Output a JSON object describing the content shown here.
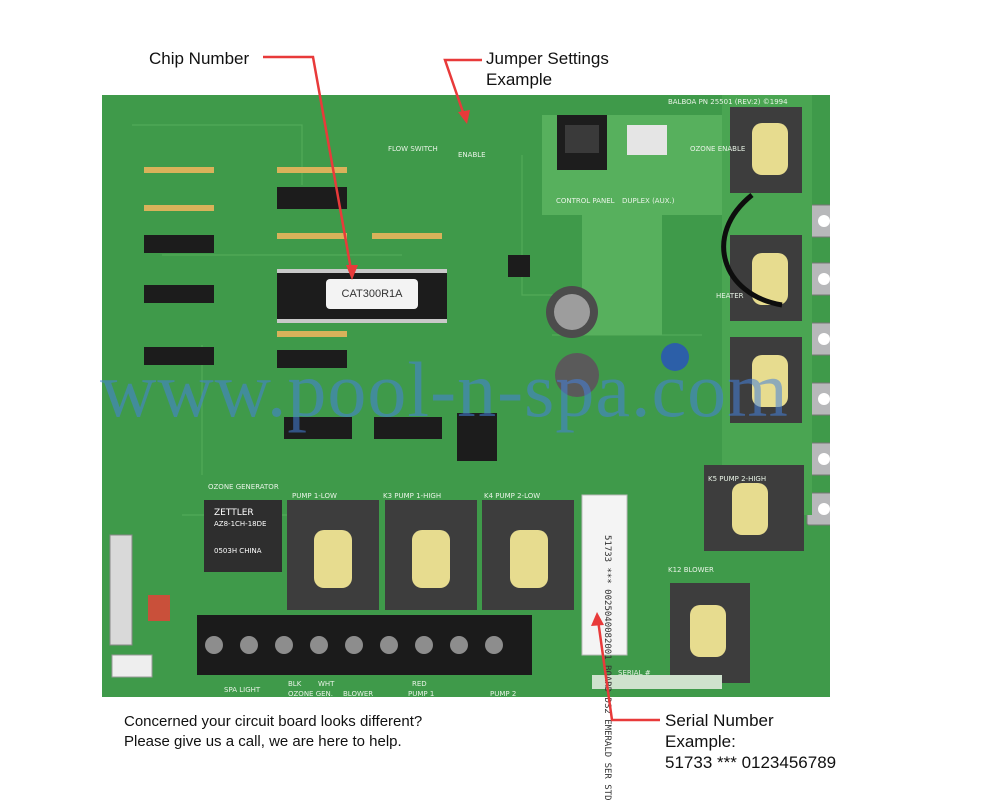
{
  "callouts": {
    "chip_number": "Chip Number",
    "jumper_line1": "Jumper Settings",
    "jumper_line2": "Example",
    "serial_line1": "Serial Number",
    "serial_line2": "Example:",
    "serial_line3": "51733 *** 0123456789"
  },
  "note": {
    "line1": "Concerned your circuit board looks different?",
    "line2": "Please give us a call, we are here to help."
  },
  "watermark": "www.pool-n-spa.com",
  "chip_label": "CAT300R1A",
  "board_text": {
    "part_number": "BALBOA PN 25501 (REV:2) ©1994",
    "relay_brand": "ZETTLER",
    "relay_model": "AZ8-1CH-18DE",
    "relay_country": "0503H CHINA",
    "ozone_generator": "OZONE GENERATOR",
    "pump1_low": "PUMP 1-LOW",
    "pump1_high": "K3 PUMP 1-HIGH",
    "pump2_low": "K4 PUMP 2-LOW",
    "pump2_high": "K5 PUMP 2-HIGH",
    "blower": "K12 BLOWER",
    "heater": "HEATER",
    "control_panel": "CONTROL PANEL",
    "duplex_aux": "DUPLEX (AUX.)",
    "ozone_enable": "OZONE ENABLE",
    "enable": "ENABLE",
    "flow_switch": "FLOW SWITCH",
    "serial_hash": "SERIAL #",
    "spa_light": "SPA LIGHT",
    "ozone_gen": "OZONE GEN.",
    "blower_term": "BLOWER",
    "pump1_term": "PUMP 1",
    "pump2_term": "PUMP 2",
    "blk": "BLK",
    "wht": "WHT",
    "red": "RED",
    "sticker_text": "51733 *** 0025040082001 BOARD DS2 EMERALD SER STD"
  },
  "colors": {
    "board_green": "#3f9a4a",
    "callout_arrow": "#e83a3a",
    "watermark_blue": "#4682dc"
  }
}
